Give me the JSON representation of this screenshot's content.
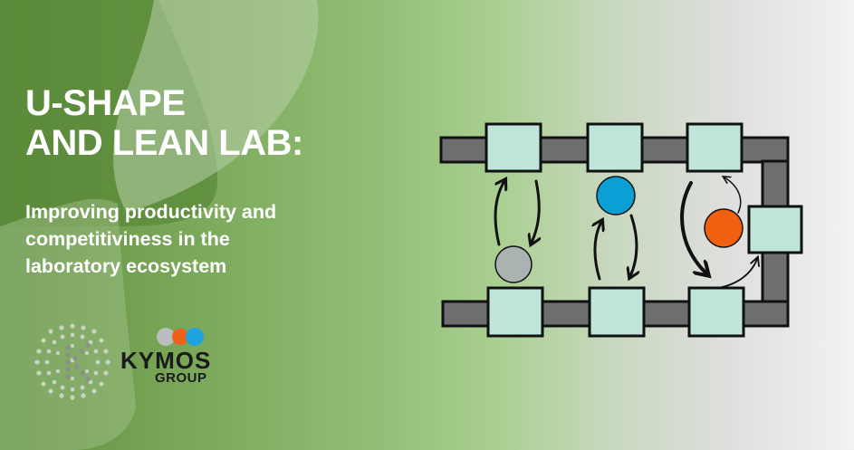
{
  "banner": {
    "title_line1": "U-SHAPE",
    "title_line2": "AND LEAN LAB:",
    "subtitle_line1": "Improving productivity and",
    "subtitle_line2": "competitiviness in the",
    "subtitle_line3": "laboratory ecosystem"
  },
  "logo": {
    "name": "KYMOS",
    "tagline": "GROUP",
    "dot_colors": [
      "#b9bdbd",
      "#f0601a",
      "#1fa3de"
    ]
  },
  "diagram": {
    "type": "u-shape-layout",
    "station_color": "#c0e6dc",
    "conveyor_color": "#6e6e70",
    "operators": [
      {
        "name": "gray-operator",
        "color": "#aab2b2"
      },
      {
        "name": "blue-operator",
        "color": "#0aa0d6"
      },
      {
        "name": "orange-operator",
        "color": "#f06010"
      }
    ]
  },
  "colors": {
    "bg_dark_green": "#5e8f3f",
    "bg_light_green": "#a9cf90",
    "bg_gray": "#f2f2f2"
  }
}
